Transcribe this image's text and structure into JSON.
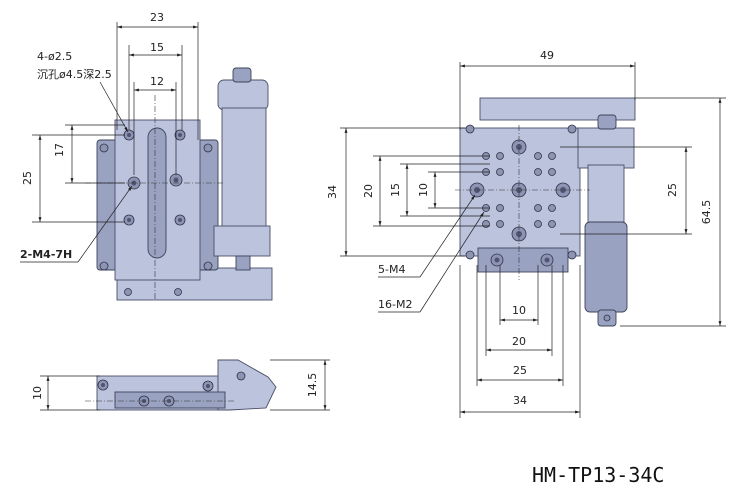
{
  "model": "HM-TP13-34C",
  "left_view": {
    "dims": {
      "w23": "23",
      "w15": "15",
      "w12": "12",
      "h17": "17",
      "h25": "25"
    },
    "notes": {
      "holes_a": "4-ø2.5",
      "holes_b": "沉孔ø4.5深2.5",
      "thread": "2-M4-7H"
    }
  },
  "bottom_view": {
    "dims": {
      "h10": "10",
      "h14_5": "14.5"
    }
  },
  "right_view": {
    "dims": {
      "w49": "49",
      "h34": "34",
      "h20": "20",
      "h15": "15",
      "h10": "10",
      "h25": "25",
      "h64_5": "64.5",
      "b10": "10",
      "b20": "20",
      "b25": "25",
      "b34": "34"
    },
    "notes": {
      "m4": "5-M4",
      "m2": "16-M2"
    }
  },
  "colors": {
    "body": "#bcc3dd",
    "outline": "#4a4f66"
  }
}
